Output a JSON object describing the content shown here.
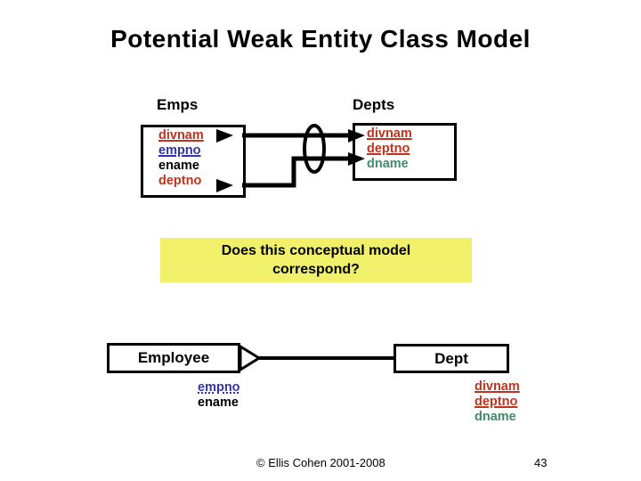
{
  "slide": {
    "title": "Potential Weak Entity Class Model"
  },
  "relational_model": {
    "emps": {
      "caption": "Emps",
      "attributes": [
        {
          "name": "divnam",
          "style": "key"
        },
        {
          "name": "empno",
          "style": "pkey"
        },
        {
          "name": "ename",
          "style": "plain"
        },
        {
          "name": "deptno",
          "style": "fkey"
        }
      ]
    },
    "depts": {
      "caption": "Depts",
      "attributes": [
        {
          "name": "divnam",
          "style": "key"
        },
        {
          "name": "deptno",
          "style": "key"
        },
        {
          "name": "dname",
          "style": "green"
        }
      ]
    }
  },
  "callout": {
    "line1": "Does this conceptual model",
    "line2": "correspond?",
    "background": "#F0F06A"
  },
  "conceptual_model": {
    "employee": {
      "label": "Employee",
      "attributes": [
        {
          "name": "empno",
          "style": "dotkey"
        },
        {
          "name": "ename",
          "style": "plain"
        }
      ]
    },
    "dept": {
      "label": "Dept",
      "attributes": [
        {
          "name": "divnam",
          "style": "key"
        },
        {
          "name": "deptno",
          "style": "key"
        },
        {
          "name": "dname",
          "style": "green"
        }
      ]
    },
    "relationship": {
      "kind": "identifying-association-arrow"
    }
  },
  "footer": {
    "copyright": "© Ellis Cohen 2001-2008",
    "page_number": "43"
  },
  "colors": {
    "key_red": "#C0331E",
    "primary_key_blue": "#3333AA",
    "attribute_green": "#3E8C6B",
    "highlight_yellow": "#F0F06A",
    "line_black": "#000000"
  }
}
